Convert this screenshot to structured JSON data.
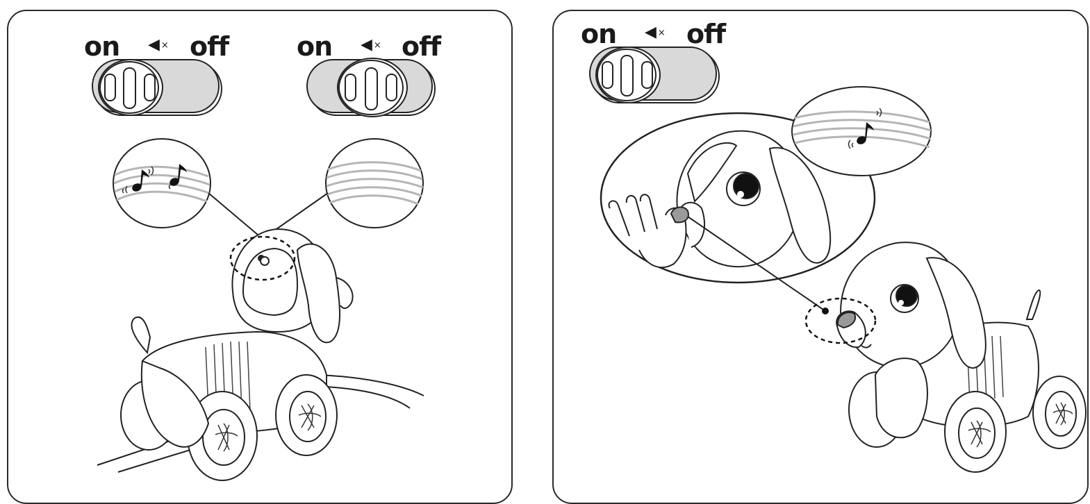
{
  "panel_left": {
    "switch_a": {
      "on_label": "on",
      "mute_glyph": "◀",
      "mute_x": "×",
      "off_label": "off",
      "position": "on"
    },
    "switch_b": {
      "on_label": "on",
      "mute_glyph": "◀",
      "mute_x": "×",
      "off_label": "off",
      "position": "mute"
    },
    "callout_sound": {
      "icon": "music-note-icon",
      "note_count": 2
    },
    "callout_silent": {
      "icon": "no-sound"
    }
  },
  "panel_right": {
    "switch": {
      "on_label": "on",
      "mute_glyph": "◀",
      "mute_x": "×",
      "off_label": "off",
      "position": "on"
    },
    "callout_sound": {
      "icon": "music-note-icon",
      "note_count": 1
    },
    "nose_highlight_color": "#9a9a9a"
  }
}
